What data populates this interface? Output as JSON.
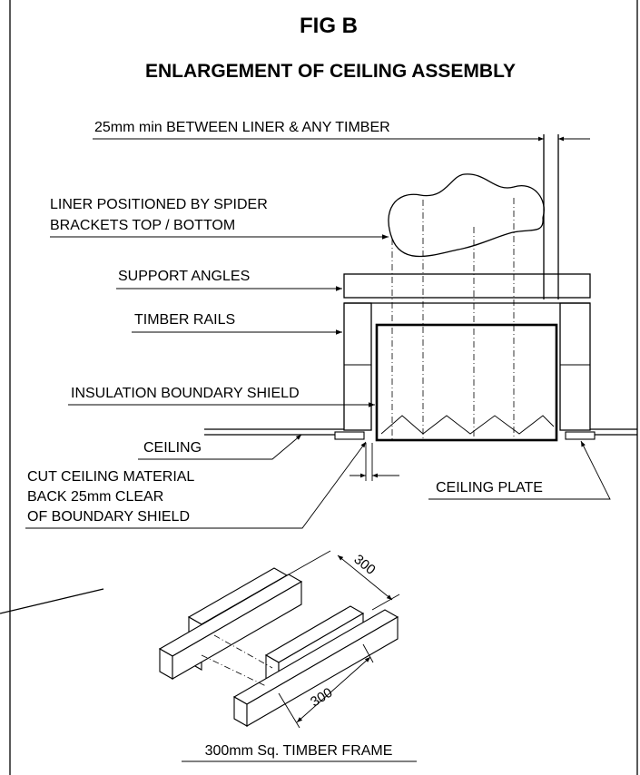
{
  "figure": {
    "title": "FIG B",
    "subtitle": "ENLARGEMENT OF CEILING ASSEMBLY"
  },
  "labels": {
    "clearance_timber": "25mm min BETWEEN LINER & ANY TIMBER",
    "liner_line1": "LINER POSITIONED BY SPIDER",
    "liner_line2": "BRACKETS TOP / BOTTOM",
    "support_angles": "SUPPORT ANGLES",
    "timber_rails": "TIMBER RAILS",
    "insulation_shield": "INSULATION BOUNDARY SHIELD",
    "ceiling": "CEILING",
    "cut_line1": "CUT CEILING MATERIAL",
    "cut_line2": "BACK 25mm CLEAR",
    "cut_line3": "OF BOUNDARY SHIELD",
    "ceiling_plate": "CEILING PLATE"
  },
  "frame_detail": {
    "dimension_top": "300",
    "dimension_bottom": "300",
    "caption": "300mm Sq. TIMBER FRAME"
  }
}
